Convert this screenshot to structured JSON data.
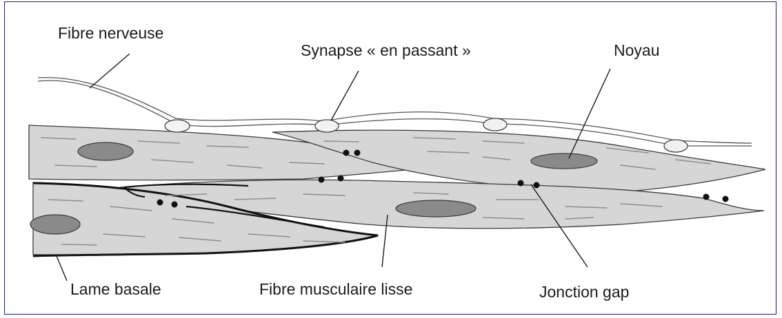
{
  "labels": {
    "fibre_nerveuse": "Fibre nerveuse",
    "synapse": "Synapse « en passant »",
    "noyau": "Noyau",
    "lame_basale": "Lame basale",
    "fibre_musculaire": "Fibre musculaire lisse",
    "jonction_gap": "Jonction gap"
  },
  "colors": {
    "fiber_fill": "#d6d6d6",
    "nucleus_fill": "#8a8a8a",
    "frame_border": "#1a1f78"
  }
}
